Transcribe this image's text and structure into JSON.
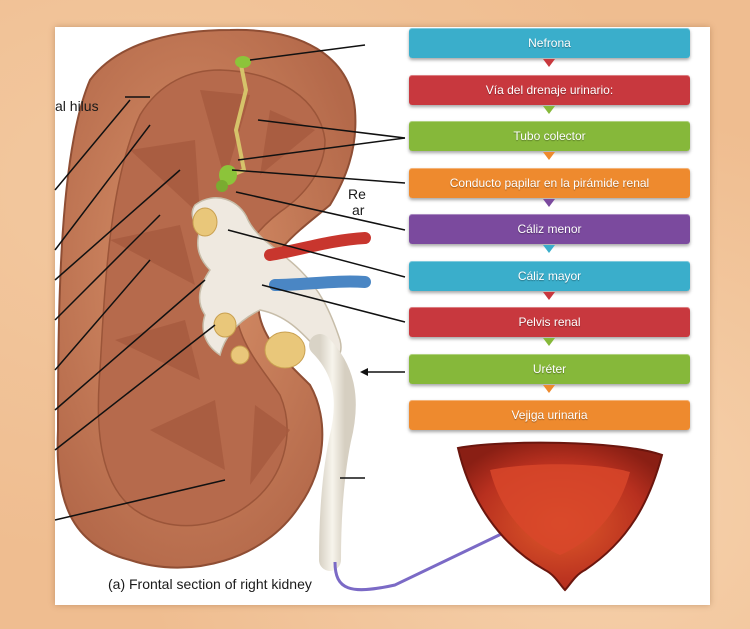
{
  "diagram": {
    "caption": "(a) Frontal section of right kidney",
    "label_hilus": "al hilus",
    "label_re": "Re",
    "label_ar": "ar",
    "flow": [
      {
        "label": "Nefrona",
        "color": "#3aaecb"
      },
      {
        "label": "Vía del drenaje urinario:",
        "color": "#c8383e"
      },
      {
        "label": "Tubo colector",
        "color": "#86b83a"
      },
      {
        "label": "Conducto papilar en la pirámide renal",
        "color": "#ee8a2e"
      },
      {
        "label": "Cáliz menor",
        "color": "#7b4a9e"
      },
      {
        "label": "Cáliz mayor",
        "color": "#3aaecb"
      },
      {
        "label": "Pelvis renal",
        "color": "#c8383e"
      },
      {
        "label": "Uréter",
        "color": "#86b83a"
      },
      {
        "label": "Vejiga urinaria",
        "color": "#ee8a2e"
      }
    ],
    "colors": {
      "cortex": "#c9805a",
      "medulla": "#b86a4c",
      "calyx": "#efe9e0",
      "bladder": "#c23a26",
      "ureter": "#f0ece2",
      "artery": "#c8362e",
      "vein": "#4a86c4",
      "fat": "#e9c77a",
      "nephron": "#8cc43a"
    }
  }
}
